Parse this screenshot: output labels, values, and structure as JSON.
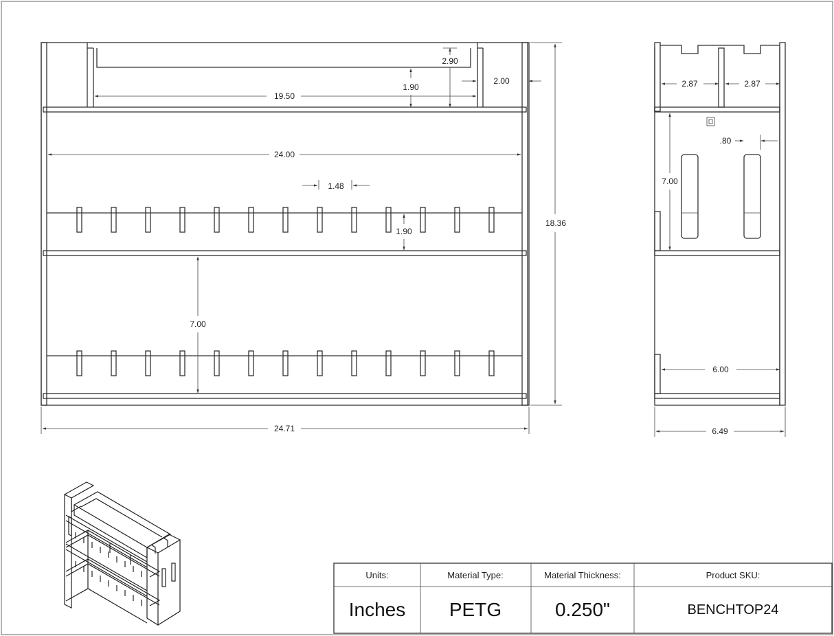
{
  "front_view": {
    "dims": {
      "overall_width": "24.71",
      "overall_height": "18.36",
      "inner_width": "24.00",
      "top_tray_width": "19.50",
      "top_rail_height": "1.90",
      "tray_depth": "2.90",
      "side_width": "2.00",
      "peg_spacing": "1.48",
      "mid_rail_height": "1.90",
      "shelf_gap": "7.00"
    }
  },
  "side_view": {
    "dims": {
      "left_pocket": "2.87",
      "right_pocket": "2.87",
      "slot_width": ".80",
      "shelf_gap": "7.00",
      "base_depth": "6.00",
      "overall_depth": "6.49"
    }
  },
  "title_block": {
    "units_label": "Units:",
    "units_value": "Inches",
    "material_label": "Material Type:",
    "material_value": "PETG",
    "thickness_label": "Material Thickness:",
    "thickness_value": "0.250\"",
    "sku_label": "Product SKU:",
    "sku_value": "BENCHTOP24"
  }
}
